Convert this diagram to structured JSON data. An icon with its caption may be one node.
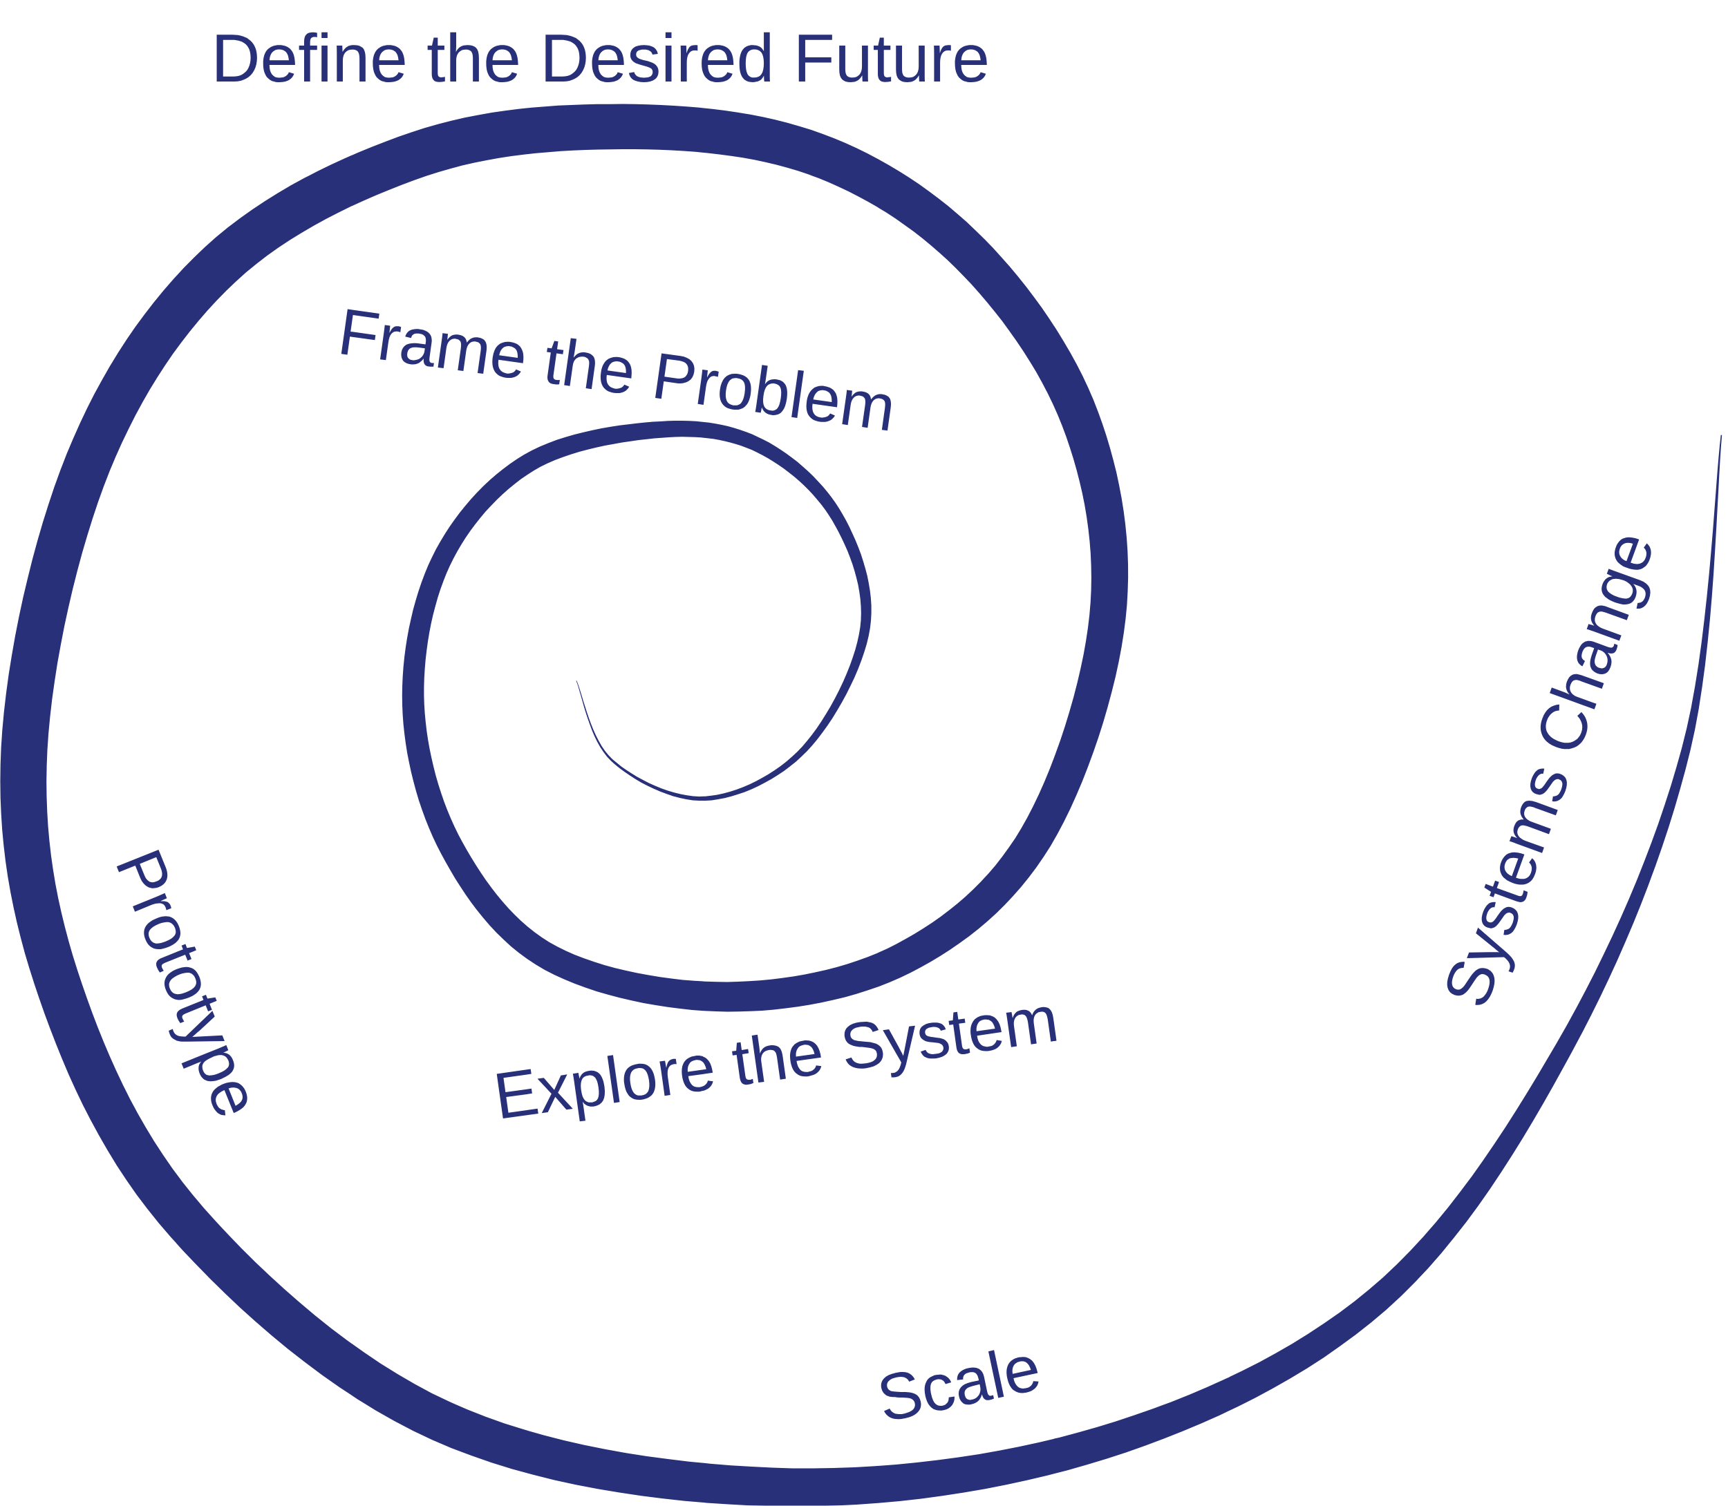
{
  "diagram": {
    "labels": [
      "Define the Desired Future",
      "Frame the Problem",
      "Systems Change",
      "Prototype",
      "Explore the System",
      "Scale"
    ]
  }
}
